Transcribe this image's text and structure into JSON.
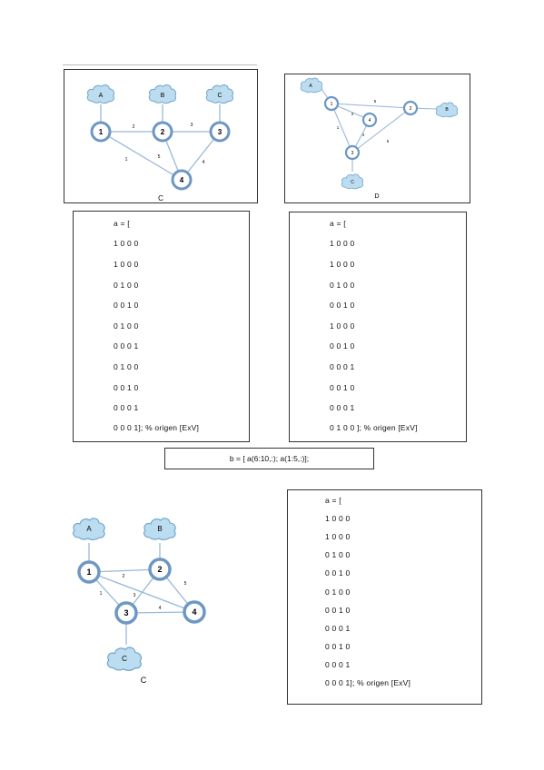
{
  "colors": {
    "node_stroke": "#6d97c4",
    "link_stroke": "#9ab8d8",
    "cloud_fill": "#bcdcf0",
    "cloud_stroke": "#6ba2cc",
    "text": "#111111"
  },
  "diagram1": {
    "clouds": [
      "A",
      "B",
      "C"
    ],
    "nodes": [
      "1",
      "2",
      "3",
      "4"
    ],
    "link_labels": [
      "2",
      "3",
      "1",
      "5",
      "4"
    ],
    "caption": "C"
  },
  "diagram2": {
    "clouds": [
      "A",
      "B",
      "C"
    ],
    "nodes": [
      "1",
      "2",
      "3",
      "4"
    ],
    "link_labels": [
      "5",
      "2",
      "1",
      "4",
      "5"
    ],
    "caption": "D"
  },
  "diagram3": {
    "clouds": [
      "A",
      "B",
      "C"
    ],
    "nodes": [
      "1",
      "2",
      "3",
      "4"
    ],
    "link_labels": [
      "2",
      "5",
      "3",
      "1",
      "4"
    ],
    "caption": "C"
  },
  "matrix1": {
    "lines": [
      "a = [",
      "1 0 0 0",
      "1 0 0 0",
      "0 1 0 0",
      "0 0 1 0",
      "0 1 0 0",
      "0 0 0 1",
      "0 1 0 0",
      "0 0 1 0",
      "0 0 0 1",
      "0 0 0 1]; % origen [ExV]"
    ]
  },
  "matrix2": {
    "lines": [
      "a = [",
      "1 0 0 0",
      "1 0 0 0",
      "0 1 0 0",
      "0 0 1 0",
      "1 0 0 0",
      "0 0 1 0",
      "0 0 0 1",
      "0 0 1 0",
      "0 0 0 1",
      "0 1 0 0 ]; % origen [ExV]"
    ]
  },
  "matrix3": {
    "lines": [
      "a = [",
      "1 0 0 0",
      "1 0 0 0",
      "0 1 0 0",
      "0 0 1 0",
      "0 1 0 0",
      "0 0 1 0",
      "0 0 0 1",
      "0 0 1 0",
      "0 0 0 1",
      "0 0 0 1]; % origen [ExV]"
    ]
  },
  "command": {
    "text": "b = [ a(6:10,:); a(1:5,:)];"
  }
}
